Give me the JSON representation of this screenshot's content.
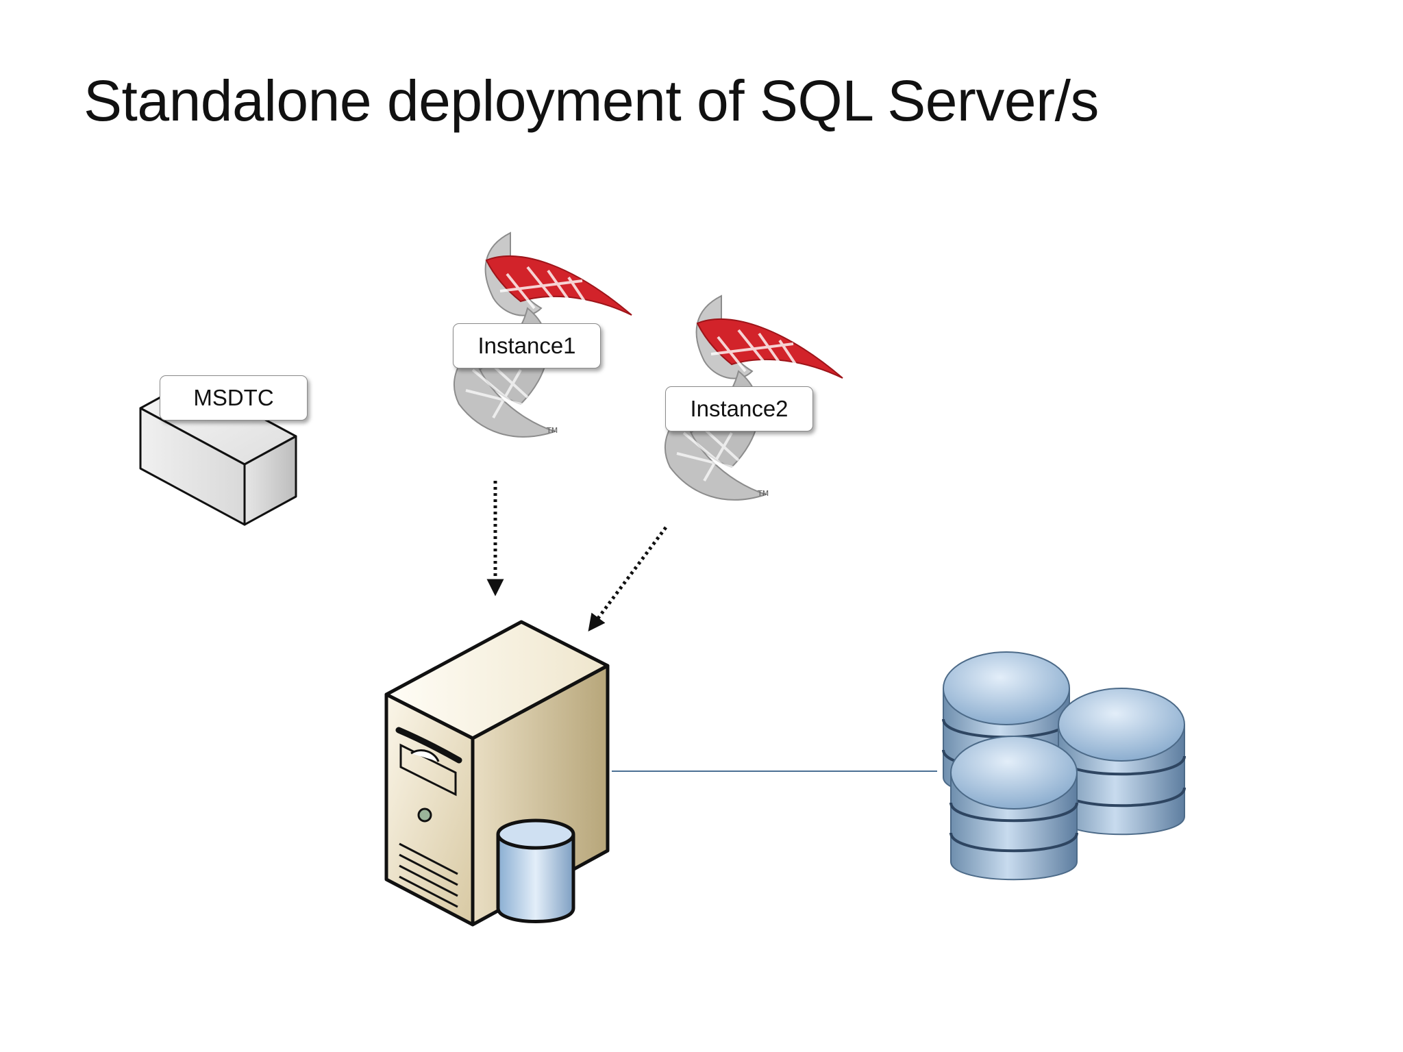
{
  "slide": {
    "title": "Standalone deployment of SQL Server/s"
  },
  "labels": {
    "msdtc": "MSDTC",
    "instance1": "Instance1",
    "instance2": "Instance2"
  },
  "colors": {
    "sql_logo_red": "#d2232a",
    "sql_logo_grey": "#b5b5b5",
    "server_body": "#e8dcc0",
    "database_blue": "#8fb3d6",
    "connector_line": "#4a6f93"
  },
  "icons": {
    "msdtc": "component-box-icon",
    "instance1": "sql-server-logo-icon",
    "instance2": "sql-server-logo-icon",
    "server": "database-server-icon",
    "storage": "database-stack-icon"
  }
}
